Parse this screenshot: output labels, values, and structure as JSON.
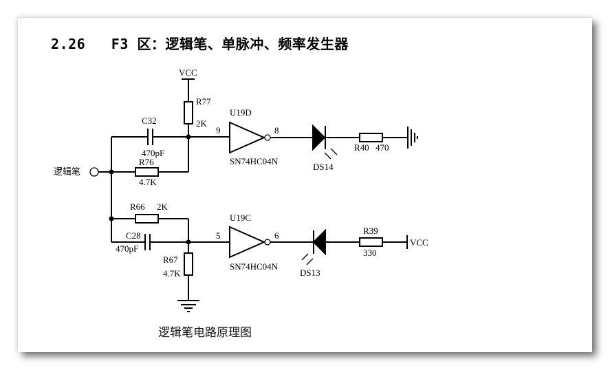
{
  "document": {
    "title": "2.26   F3 区：逻辑笔、单脉冲、频率发生器",
    "caption": "逻辑笔电路原理图"
  },
  "schematic": {
    "input_label": "逻辑笔",
    "power_label_top": "VCC",
    "power_label_right": "VCC",
    "upper_stage": {
      "pullup": {
        "ref": "R77",
        "value": "2K"
      },
      "capacitor": {
        "ref": "C32",
        "value": "470pF"
      },
      "series_resistor": {
        "ref": "R76",
        "value": "4.7K"
      },
      "inverter": {
        "ref": "U19D",
        "part": "SN74HC04N",
        "in_pin": "9",
        "out_pin": "8"
      },
      "led": {
        "ref": "DS14"
      },
      "led_resistor": {
        "ref": "R40",
        "value": "470"
      },
      "termination": "ground"
    },
    "lower_stage": {
      "series_resistor": {
        "ref": "R66",
        "value": "2K"
      },
      "capacitor": {
        "ref": "C28",
        "value": "470pF"
      },
      "pulldown": {
        "ref": "R67",
        "value": "4.7K"
      },
      "inverter": {
        "ref": "U19C",
        "part": "SN74HC04N",
        "in_pin": "5",
        "out_pin": "6"
      },
      "led": {
        "ref": "DS13"
      },
      "led_resistor": {
        "ref": "R39",
        "value": "330"
      },
      "termination": "VCC"
    }
  }
}
